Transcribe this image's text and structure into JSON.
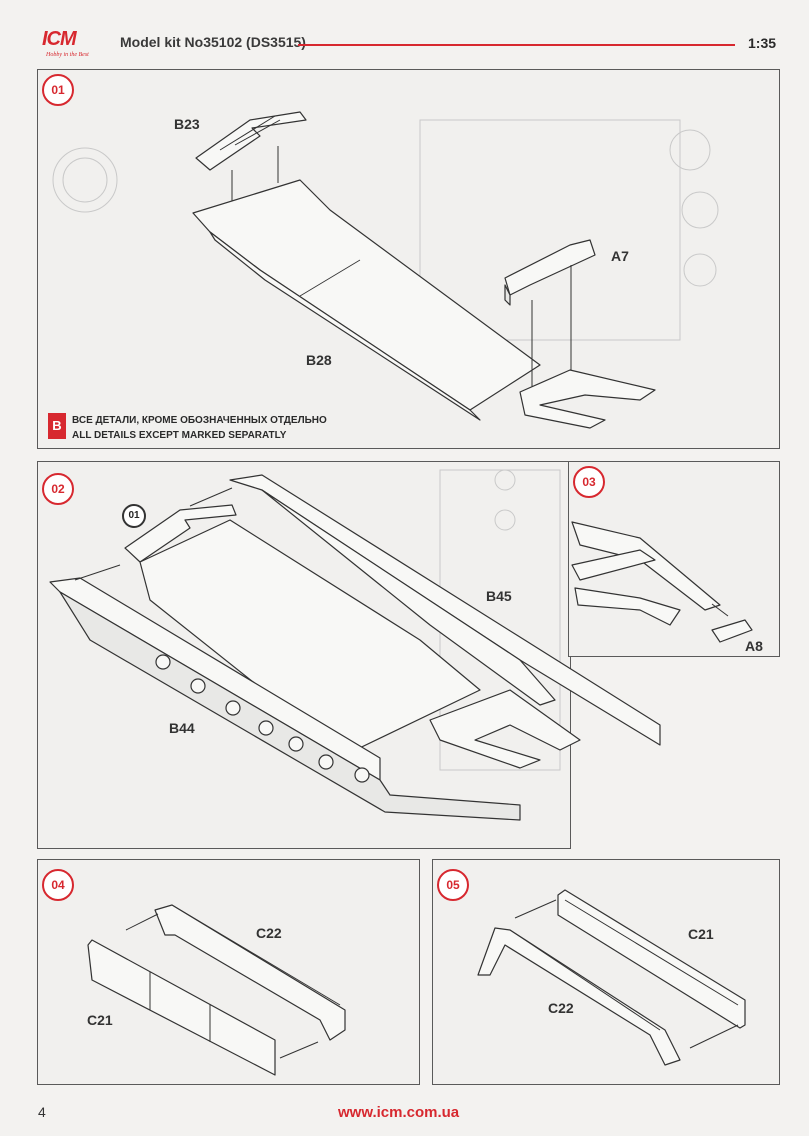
{
  "header": {
    "logo_text": "ICM",
    "logo_tagline": "Hobby in the Best",
    "model_title": "Model kit No35102 (DS3515)",
    "scale": "1:35"
  },
  "steps": {
    "s01": {
      "number": "01",
      "parts": {
        "b23": "B23",
        "a7": "A7",
        "b28": "B28"
      },
      "note_icon": "B",
      "note_ru": "ВСЕ ДЕТАЛИ, КРОМЕ ОБОЗНАЧЕННЫХ ОТДЕЛЬНО",
      "note_en": "ALL DETAILS EXCEPT MARKED SEPARATLY"
    },
    "s02": {
      "number": "02",
      "ref": "01",
      "parts": {
        "b45": "B45",
        "b44": "B44"
      }
    },
    "s03": {
      "number": "03",
      "parts": {
        "a8": "A8"
      }
    },
    "s04": {
      "number": "04",
      "parts": {
        "c22": "C22",
        "c21": "C21"
      }
    },
    "s05": {
      "number": "05",
      "parts": {
        "c21": "C21",
        "c22": "C22"
      }
    }
  },
  "footer": {
    "page_number": "4",
    "website": "www.icm.com.ua"
  },
  "colors": {
    "accent": "#d7282f",
    "line": "#333333",
    "paper": "#f3f2f0"
  }
}
